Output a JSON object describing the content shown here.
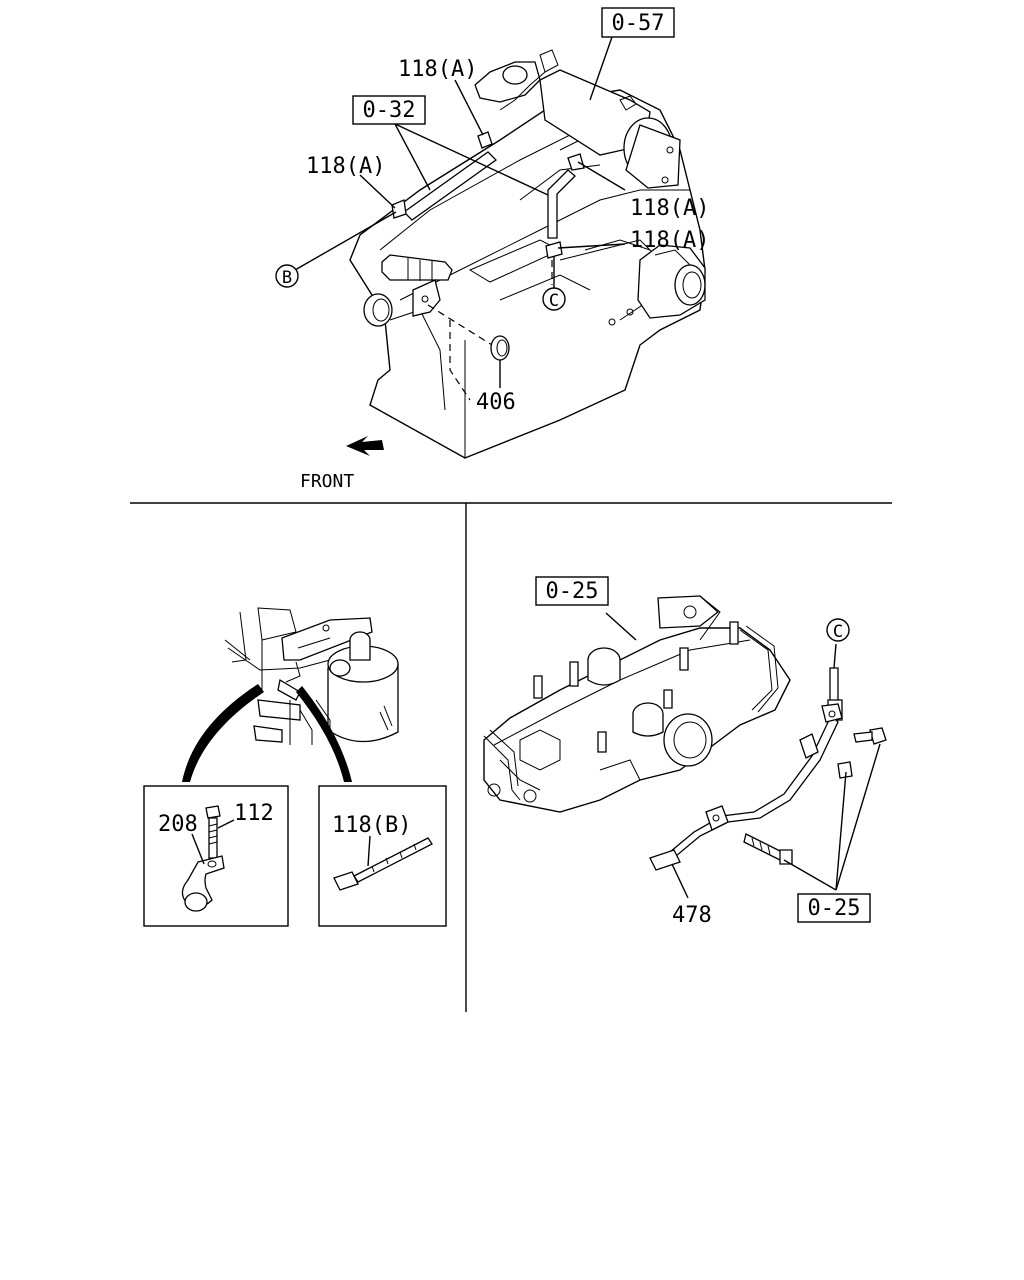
{
  "top_diagram": {
    "ref_057": "0-57",
    "ref_032": "0-32",
    "callout_118a_1": "118(A)",
    "callout_118a_2": "118(A)",
    "callout_118a_3": "118(A)",
    "callout_118a_4": "118(A)",
    "callout_406": "406",
    "marker_b": "B",
    "marker_c": "C",
    "front_label": "FRONT"
  },
  "bottom_left": {
    "callout_208": "208",
    "callout_112": "112",
    "callout_118b": "118(B)"
  },
  "bottom_right": {
    "ref_025_top": "0-25",
    "ref_025_bottom": "0-25",
    "marker_c": "C",
    "callout_478": "478"
  }
}
